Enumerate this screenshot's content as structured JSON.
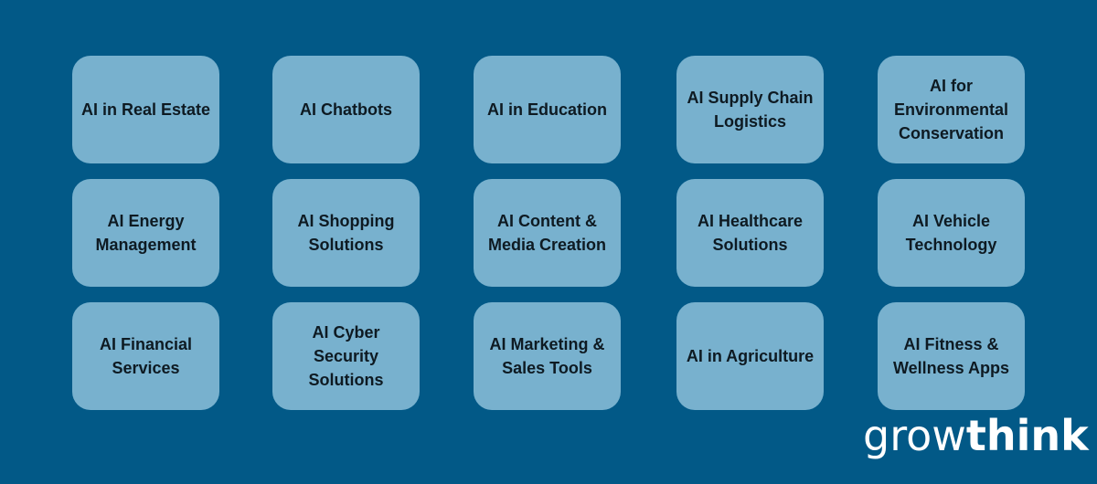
{
  "tiles": [
    {
      "label": "AI in Real Estate"
    },
    {
      "label": "AI Chatbots"
    },
    {
      "label": "AI in Education"
    },
    {
      "label": "AI Supply Chain Logistics"
    },
    {
      "label": "AI for Environmental Conservation"
    },
    {
      "label": "AI Energy Management"
    },
    {
      "label": "AI Shopping Solutions"
    },
    {
      "label": "AI Content & Media Creation"
    },
    {
      "label": "AI Healthcare Solutions"
    },
    {
      "label": "AI Vehicle Technology"
    },
    {
      "label": "AI Financial Services"
    },
    {
      "label": "AI Cyber Security Solutions"
    },
    {
      "label": "AI Marketing & Sales Tools"
    },
    {
      "label": "AI in Agriculture"
    },
    {
      "label": "AI Fitness & Wellness Apps"
    }
  ],
  "logo": {
    "part1": "grow",
    "part2": "think"
  },
  "colors": {
    "background": "#025987",
    "tile": "#78b1ce",
    "text": "#0e1a22",
    "logo": "#ffffff"
  }
}
